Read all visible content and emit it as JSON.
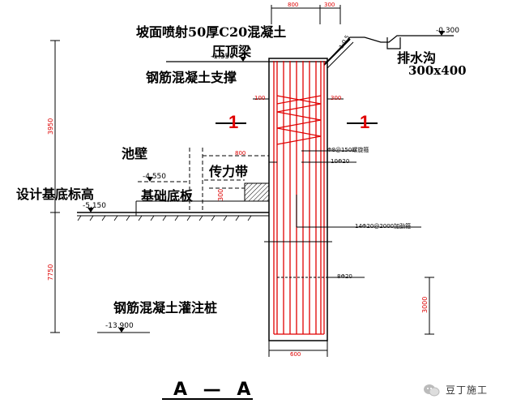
{
  "labels": {
    "slope": "坡面喷射50厚C20混凝土",
    "crown_beam": "压顶梁",
    "strut": "钢筋混凝土支撑",
    "drain": "排水沟",
    "drain_size": "300x400",
    "pool_wall": "池壁",
    "force_band": "传力带",
    "design_base": "设计基底标高",
    "foundation": "基础底板",
    "pile": "钢筋混凝土灌注桩",
    "section_left": "1",
    "section_right": "1"
  },
  "elevations": {
    "top": "-0.300",
    "strut": "-1.350",
    "foundation": "-4.550",
    "base": "-5.150",
    "pile_bottom": "-13.900"
  },
  "dims": {
    "top_a": "800",
    "top_b": "300",
    "slope": "1:0.5",
    "left_offset": "100",
    "right_offset": "300",
    "band_width": "800",
    "band_height": "300",
    "pile_width": "600",
    "left_upper": "3950",
    "left_lower": "7750",
    "right_lower": "3000"
  },
  "notes": {
    "stirrup_zone": "Φ8@150螺旋箍",
    "ring": "10Φ20",
    "stiffener": "14Φ20@2000加劲箍",
    "bars": "8Φ20"
  },
  "title": "A — A",
  "watermark": "豆丁施工"
}
